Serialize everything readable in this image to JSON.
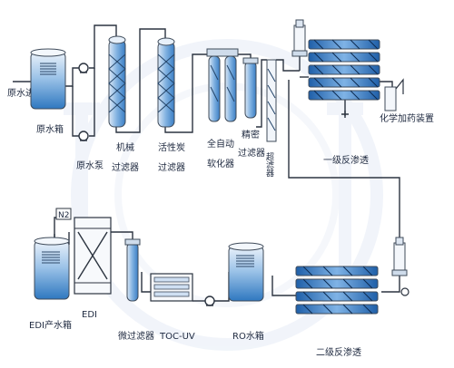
{
  "labels": {
    "raw_water_inlet": "原水进",
    "raw_water_tank": "原水箱",
    "raw_water_pump": "原水泵",
    "mechanical_filter_1": "机械",
    "mechanical_filter_2": "过滤器",
    "carbon_filter_1": "活性炭",
    "carbon_filter_2": "过滤器",
    "softener_1": "全自动",
    "softener_2": "软化器",
    "precision_filter_1": "精密",
    "precision_filter_2": "过滤器",
    "ultra_filter": "超滤器",
    "stage1_ro": "一级反渗透",
    "chemical_dosing": "化学加药装置",
    "n2": "N2",
    "edi_tank": "EDI产水箱",
    "edi": "EDI",
    "micro_filter": "微过滤器",
    "toc_uv": "TOC-UV",
    "ro_tank": "RO水箱",
    "stage2_ro": "二级反渗透"
  },
  "colors": {
    "tank_blue": "#3b82c8",
    "tank_top": "#e9f1fa",
    "pipe": "#2c3440",
    "watermark": "#e6ecf6"
  }
}
